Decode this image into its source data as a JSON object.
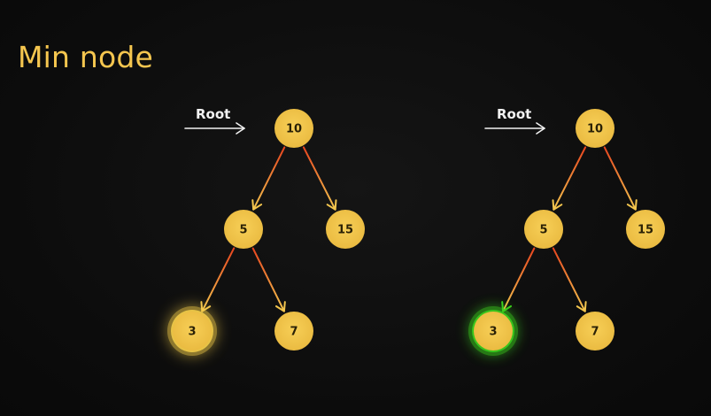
{
  "title": "Min node",
  "colors": {
    "background": "#0d0d0d",
    "title": "#f5c64f",
    "node_fill": "#f3c64e",
    "node_text": "#2a2106",
    "edge_start": "#e8451f",
    "edge_end": "#f3c64e",
    "root_arrow": "#f2f2f2",
    "highlight_yellow": "#f7d04a",
    "highlight_green": "#3bd11d"
  },
  "trees": [
    {
      "root_label": "Root",
      "highlight": "yellow",
      "nodes": [
        {
          "id": "n10",
          "value": "10"
        },
        {
          "id": "n5",
          "value": "5"
        },
        {
          "id": "n15",
          "value": "15"
        },
        {
          "id": "n3",
          "value": "3",
          "highlighted": true
        },
        {
          "id": "n7",
          "value": "7"
        }
      ],
      "edges": [
        [
          "n10",
          "n5"
        ],
        [
          "n10",
          "n15"
        ],
        [
          "n5",
          "n3"
        ],
        [
          "n5",
          "n7"
        ]
      ]
    },
    {
      "root_label": "Root",
      "highlight": "green",
      "nodes": [
        {
          "id": "n10",
          "value": "10"
        },
        {
          "id": "n5",
          "value": "5"
        },
        {
          "id": "n15",
          "value": "15"
        },
        {
          "id": "n3",
          "value": "3",
          "highlighted": true
        },
        {
          "id": "n7",
          "value": "7"
        }
      ],
      "edges": [
        [
          "n10",
          "n5"
        ],
        [
          "n10",
          "n15"
        ],
        [
          "n5",
          "n3"
        ],
        [
          "n5",
          "n7"
        ]
      ]
    }
  ]
}
